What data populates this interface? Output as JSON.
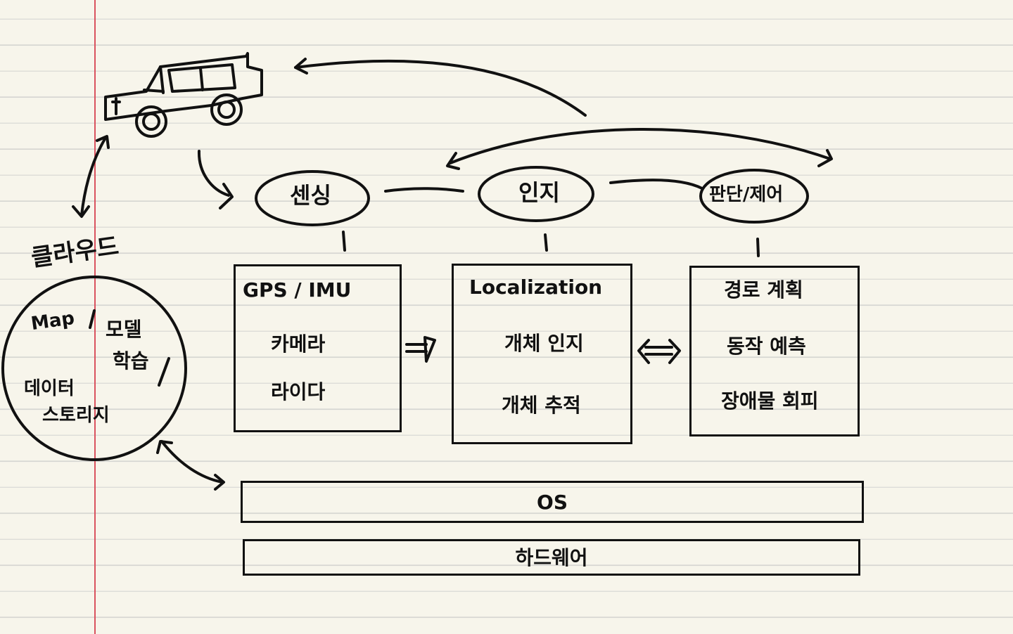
{
  "cloud": {
    "title": "클라우드",
    "items": [
      "Map",
      "/",
      "모델",
      "학습",
      "/",
      "데이터",
      "스토리지"
    ]
  },
  "stages": [
    {
      "label": "센싱",
      "items": [
        "GPS / IMU",
        "카메라",
        "라이다"
      ]
    },
    {
      "label": "인지",
      "items": [
        "Localization",
        "개체 인지",
        "개체 추적"
      ]
    },
    {
      "label": "판단/제어",
      "items": [
        "경로 계획",
        "동작 예측",
        "장애물 회피"
      ]
    }
  ],
  "layers": [
    "OS",
    "하드웨어"
  ],
  "colors": {
    "paper": "#f7f5eb",
    "rule": "#d6d6d2",
    "margin": "#d9525e",
    "ink": "#111111"
  }
}
